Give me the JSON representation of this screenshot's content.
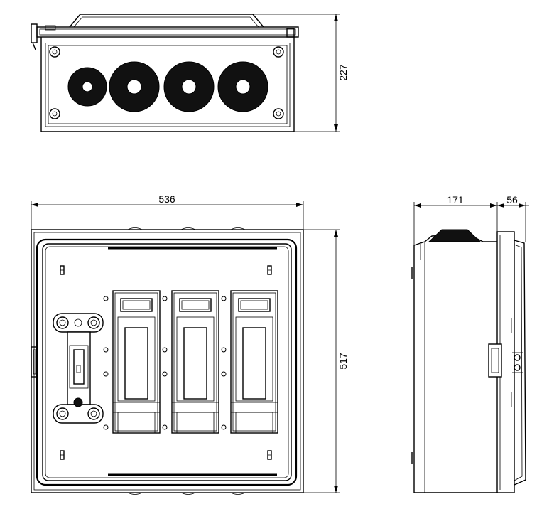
{
  "dimensions": {
    "top_view_height": "227",
    "front_width": "536",
    "front_height": "517",
    "side_depth": "171",
    "side_cover": "56"
  }
}
